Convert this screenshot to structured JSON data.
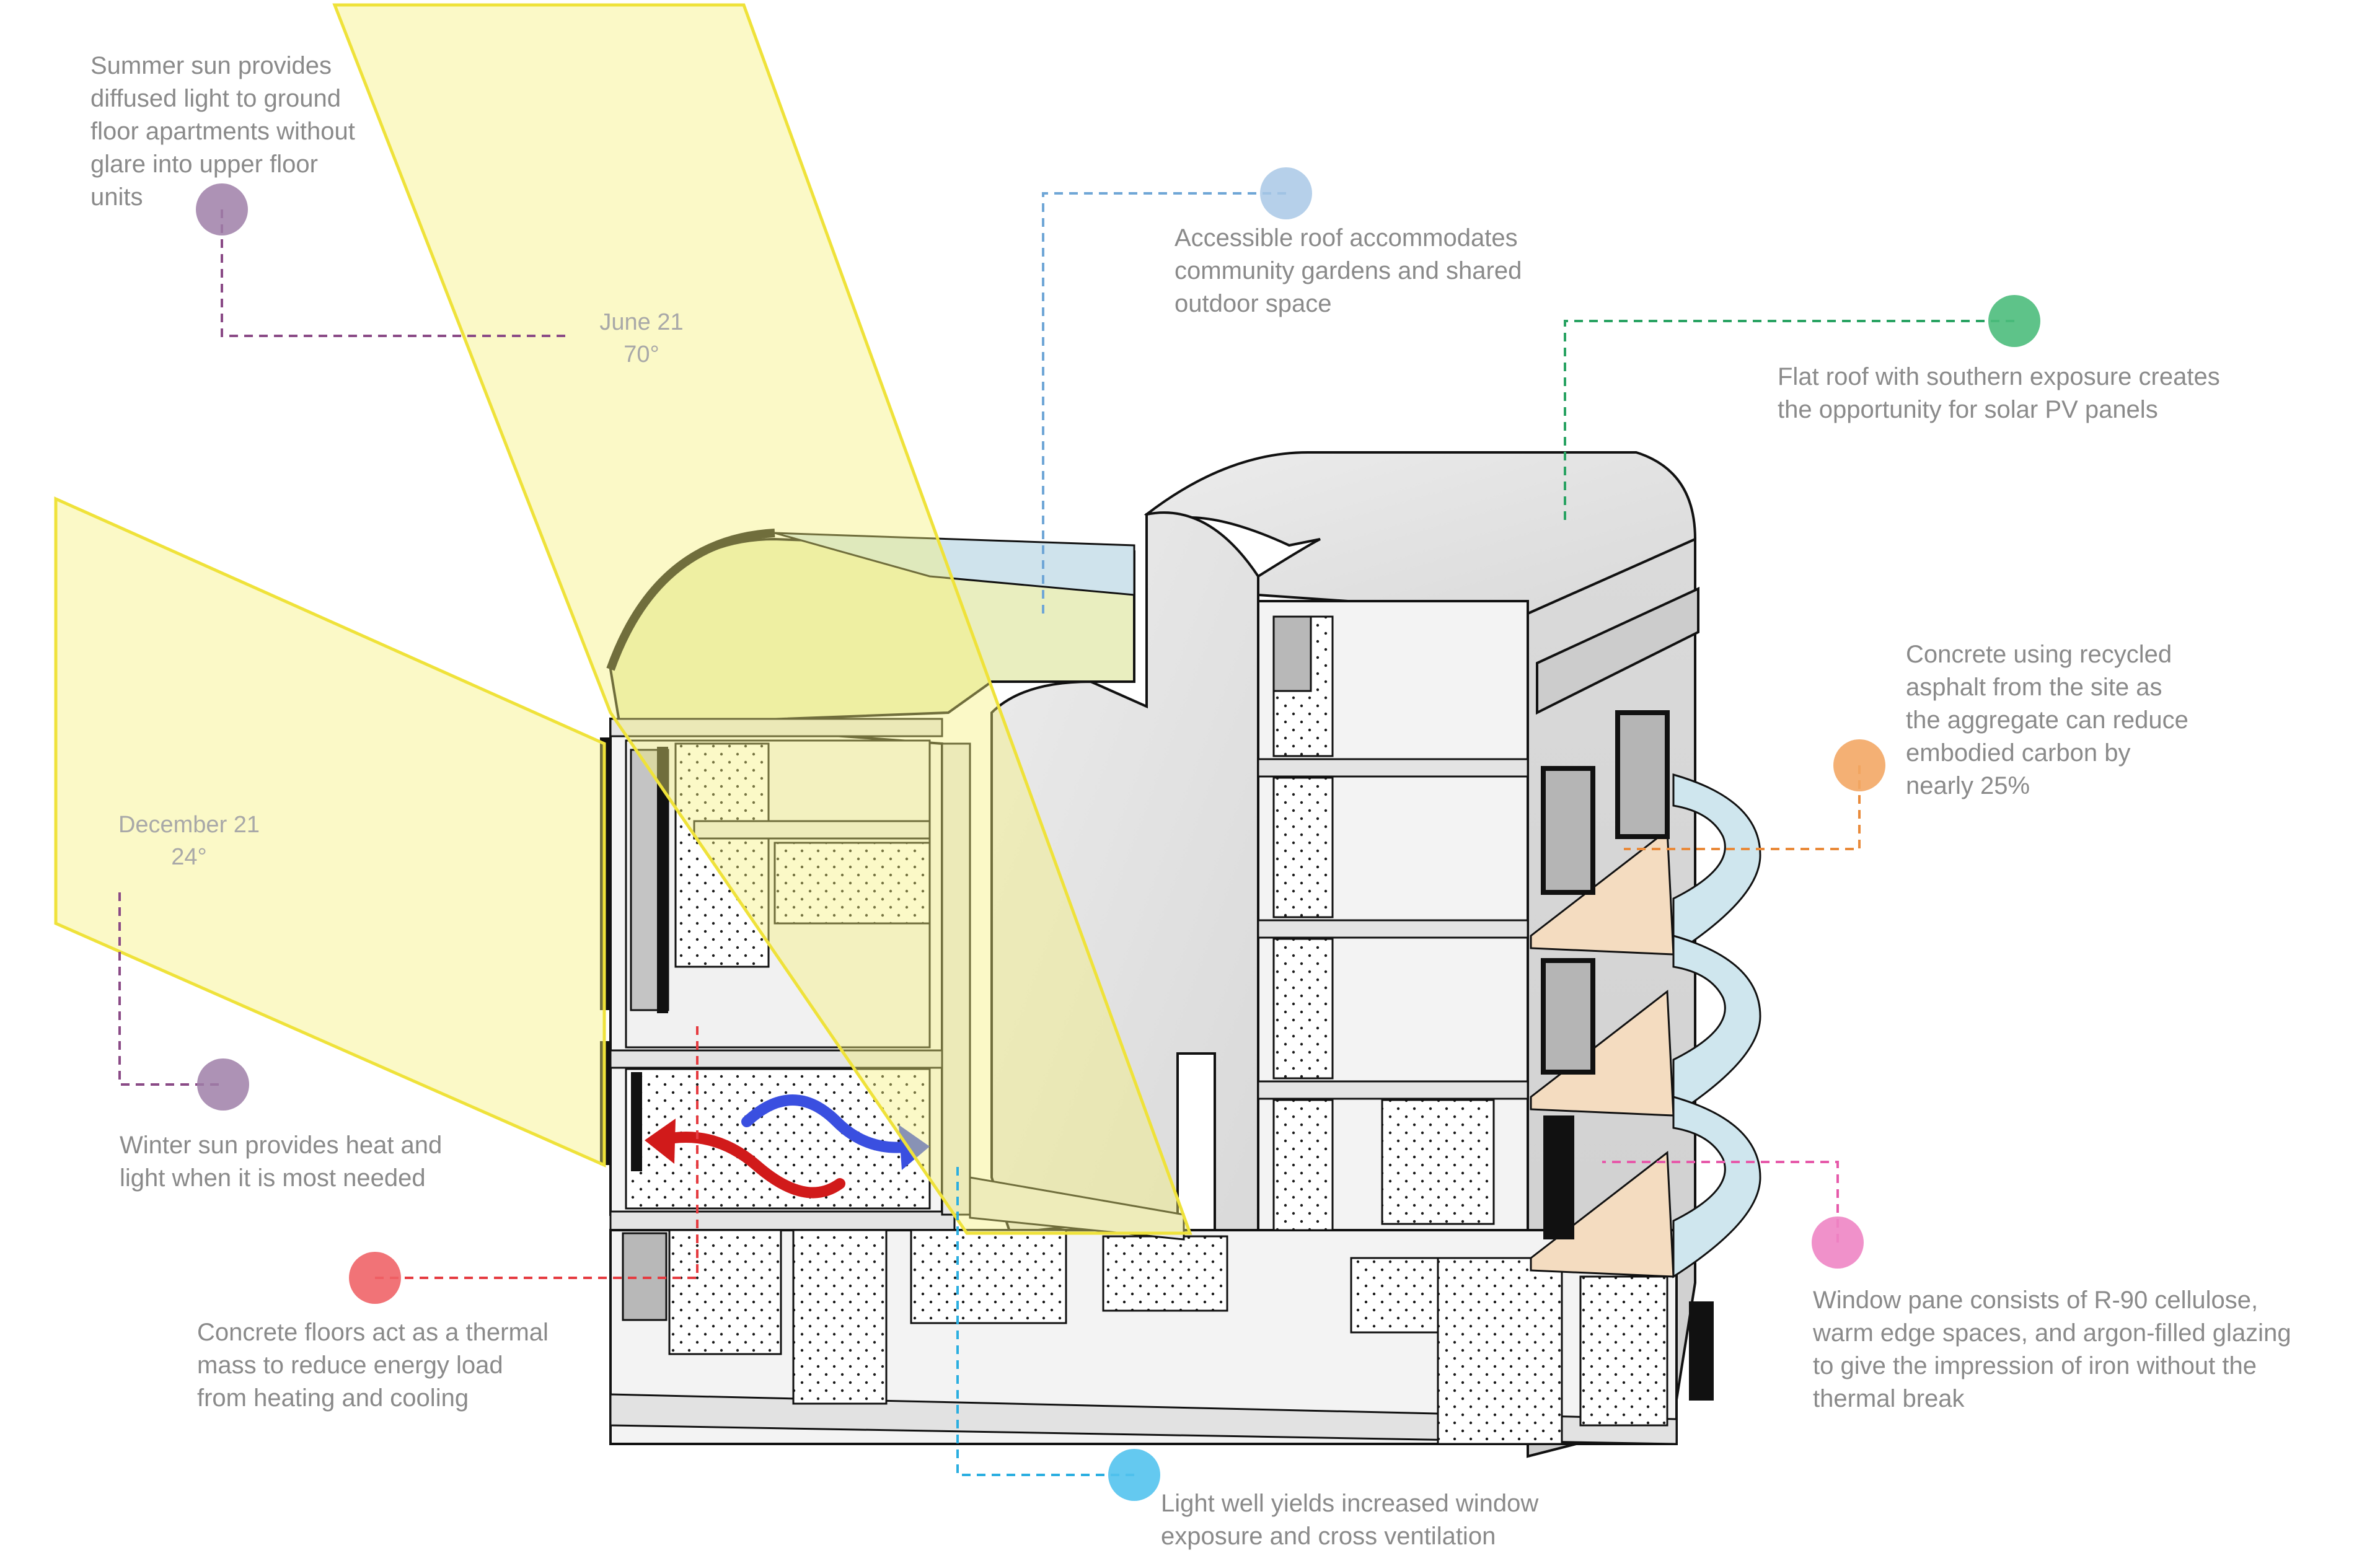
{
  "colors": {
    "sun_fill": "#f5f17a",
    "sun_stroke": "#efe23a",
    "concrete": "#e6e6e6",
    "concrete_dark": "#d4d4d4",
    "interior": "#f2f2f2",
    "stipple": "#1a1a1a",
    "wood": "#f4dcc0",
    "glass": "#cfe6ee",
    "green_roof": "#e4eab0",
    "purple": "#9f7fa8",
    "purple_line": "#8a4a86",
    "blue_light": "#a9c8e6",
    "green": "#4dbd7c",
    "orange": "#f3a765",
    "red": "#ef6468",
    "pink": "#ee85c4",
    "cyan": "#53c3ee",
    "arrow_red": "#d11a1a",
    "arrow_blue": "#3a4fe0"
  },
  "sun_angles": [
    {
      "id": "summer",
      "date": "June 21",
      "angle": "70°"
    },
    {
      "id": "winter",
      "date": "December 21",
      "angle": "24°"
    }
  ],
  "annotations": [
    {
      "id": "summer-sun",
      "color": "purple",
      "lines": [
        "Summer sun provides",
        "diffused light to ground",
        "floor apartments without",
        "glare into upper floor",
        "units"
      ]
    },
    {
      "id": "accessible-roof",
      "color": "blue_light",
      "lines": [
        "Accessible roof accommodates",
        "community gardens and shared",
        "outdoor space"
      ]
    },
    {
      "id": "flat-roof",
      "color": "green",
      "lines": [
        "Flat roof with southern exposure creates",
        "the opportunity for solar PV panels"
      ]
    },
    {
      "id": "recycled-concrete",
      "color": "orange",
      "lines": [
        "Concrete using recycled",
        "asphalt from the site as",
        "the aggregate can reduce",
        "embodied carbon by",
        "nearly 25%"
      ]
    },
    {
      "id": "winter-sun",
      "color": "purple",
      "lines": [
        "Winter sun provides heat and",
        "light when it is most needed"
      ]
    },
    {
      "id": "concrete-floors",
      "color": "red",
      "lines": [
        "Concrete floors act as a thermal",
        "mass to reduce energy load",
        "from heating and cooling"
      ]
    },
    {
      "id": "window-pane",
      "color": "pink",
      "lines": [
        "Window pane consists of R-90 cellulose,",
        "warm edge spaces, and argon-filled glazing",
        "to give the impression of iron without the",
        "thermal break"
      ]
    },
    {
      "id": "light-well",
      "color": "cyan",
      "lines": [
        "Light well yields increased window",
        "exposure and cross ventilation"
      ]
    }
  ]
}
